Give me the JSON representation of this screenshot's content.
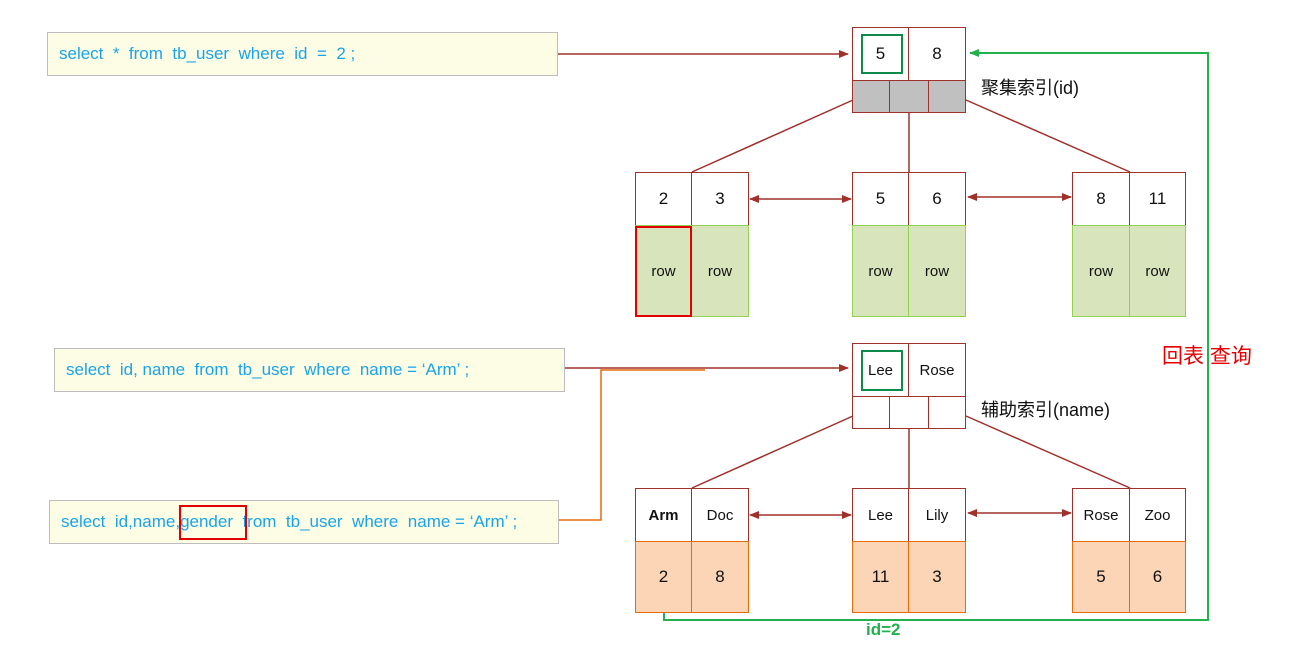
{
  "queries": {
    "q1": "select  *  from  tb_user  where  id  =  2 ;",
    "q2": "select  id, name  from  tb_user  where  name = ‘Arm’ ;",
    "q3_prefix": "select  id,name,",
    "q3_gender": "gender",
    "q3_suffix": "  from  tb_user  where  name = ‘Arm’ ;"
  },
  "clustered_index": {
    "label": "聚集索引(id)",
    "root_keys": [
      "5",
      "8"
    ],
    "leaves": [
      {
        "keys": [
          "2",
          "3"
        ],
        "rows": [
          "row",
          "row"
        ]
      },
      {
        "keys": [
          "5",
          "6"
        ],
        "rows": [
          "row",
          "row"
        ]
      },
      {
        "keys": [
          "8",
          "11"
        ],
        "rows": [
          "row",
          "row"
        ]
      }
    ]
  },
  "secondary_index": {
    "label": "辅助索引(name)",
    "root_keys": [
      "Lee",
      "Rose"
    ],
    "leaves": [
      {
        "keys": [
          "Arm",
          "Doc"
        ],
        "ids": [
          "2",
          "8"
        ]
      },
      {
        "keys": [
          "Lee",
          "Lily"
        ],
        "ids": [
          "11",
          "3"
        ]
      },
      {
        "keys": [
          "Rose",
          "Zoo"
        ],
        "ids": [
          "5",
          "6"
        ]
      }
    ]
  },
  "lookup": {
    "back_to_table_label": "回表 查询",
    "id_label": "id=2"
  },
  "colors": {
    "sql_text": "#1aa3e8",
    "node_border": "#a0302a",
    "row_fill": "#d8e4bc",
    "row_border": "#92d050",
    "value_fill": "#fbd5b5",
    "value_border": "#e46c0a",
    "lookup_line": "#22b14c",
    "highlight_red": "#e00000",
    "highlight_green": "#0f8a4a"
  }
}
